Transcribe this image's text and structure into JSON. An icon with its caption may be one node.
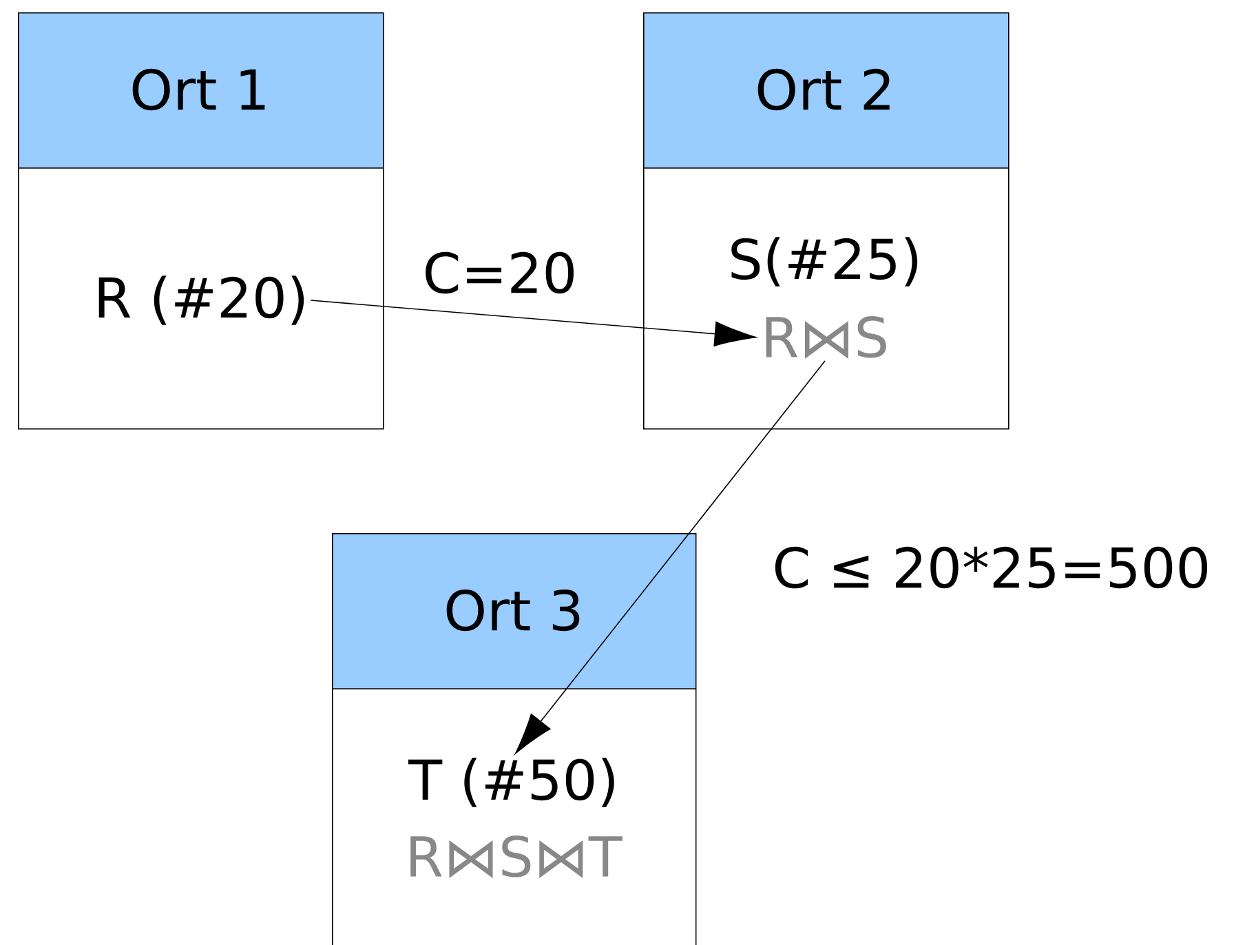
{
  "diagram": {
    "nodes": [
      {
        "text": [
          "Ort 1"
        ]
      },
      {
        "text": [
          "R (#20)"
        ],
        "in": 0
      },
      {
        "text": [
          "Ort 2"
        ]
      },
      {
        "text": [
          "S(#25)"
        ],
        "in": 2
      },
      {
        "text": [
          "R⋈S"
        ],
        "in": 2
      },
      {
        "text": [
          "Ort 3"
        ]
      },
      {
        "text": [
          "T (#50)"
        ],
        "in": 5
      },
      {
        "text": [
          "R⋈S⋈T"
        ],
        "in": 5
      }
    ],
    "edges": [
      {
        "from": 1,
        "to": 4,
        "arrow": "to",
        "label": "C=20"
      },
      {
        "from": 4,
        "to": 6,
        "arrow": "to",
        "label": "C ≤ 20*25=500"
      }
    ]
  }
}
